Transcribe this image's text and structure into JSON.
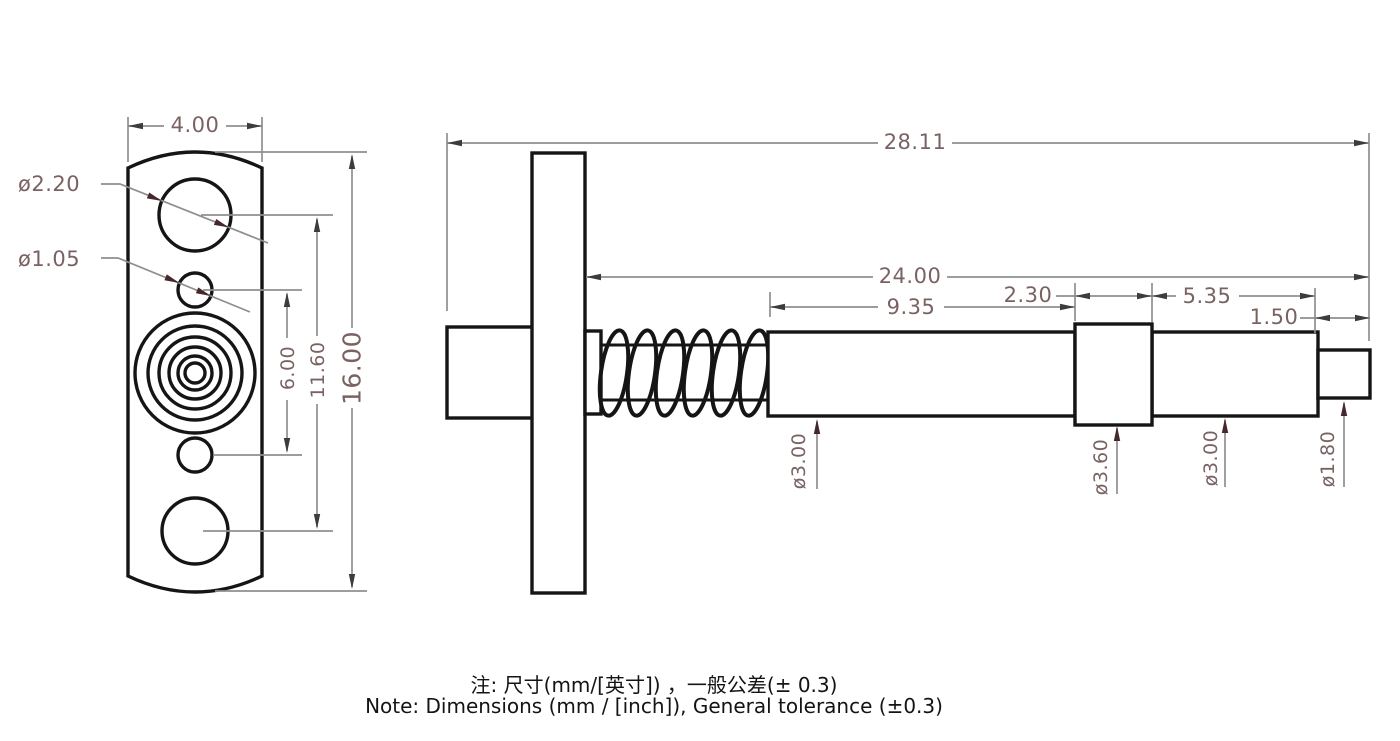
{
  "drawing": {
    "type": "engineering-drawing",
    "component": "spring-loaded pogo pin, front view and side section view",
    "units": "mm"
  },
  "front_view": {
    "width": "4.00",
    "hole_large": "ø2.20",
    "hole_small": "ø1.05",
    "pitch_small_holes": "6.00",
    "pitch_large_holes": "11.60",
    "height": "16.00"
  },
  "side_view": {
    "overall_length": "28.11",
    "body_length": "24.00",
    "seg_barrel1": "9.35",
    "seg_collar": "2.30",
    "seg_barrel2": "5.35",
    "seg_tip": "1.50",
    "dia_barrel1": "ø3.00",
    "dia_collar": "ø3.60",
    "dia_barrel2": "ø3.00",
    "dia_tip": "ø1.80"
  },
  "note": {
    "zh": "注: 尺寸(mm/[英寸]) ，一般公差(± 0.3)",
    "en": "Note: Dimensions (mm / [inch]), General tolerance (±0.3)"
  },
  "colors": {
    "outline": "#151515",
    "dim_line": "#8f8f8f",
    "dim_text": "#7a6262",
    "arrow": "#3c3c3c",
    "leader_arrow": "#45282b",
    "background": "#ffffff"
  }
}
